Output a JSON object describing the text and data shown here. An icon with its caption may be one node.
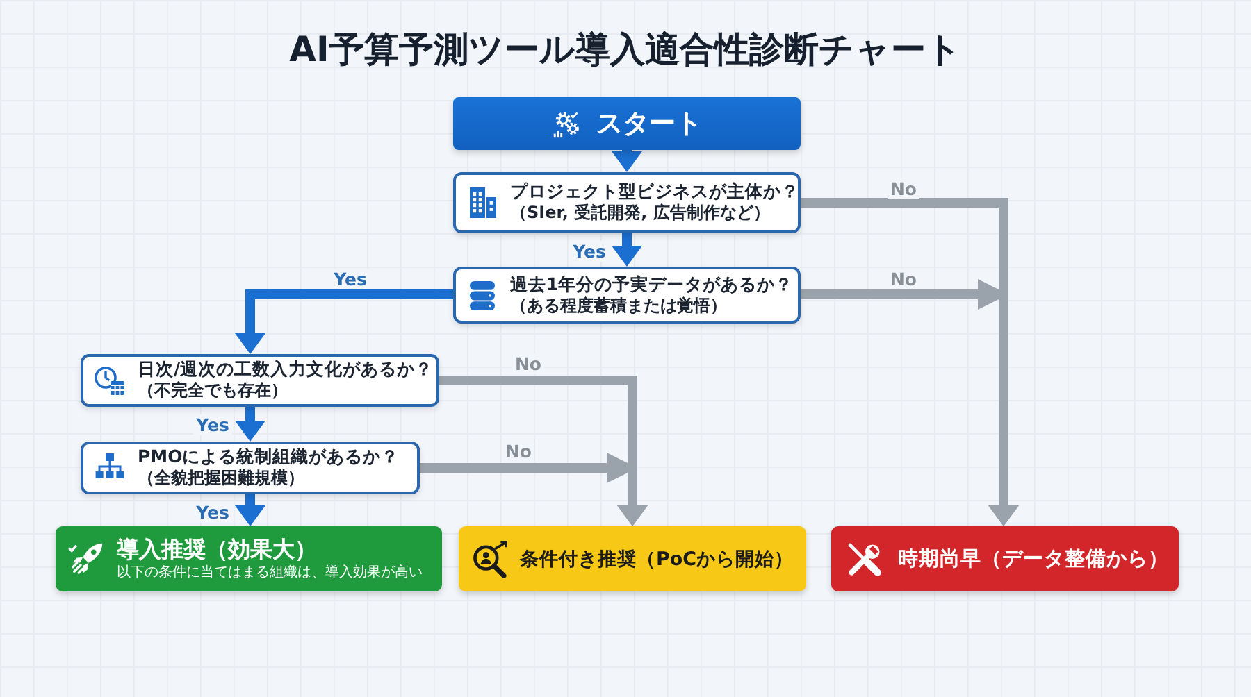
{
  "diagram": {
    "title": "AI予算予測ツール導入適合性診断チャート",
    "nodes": [
      {
        "text": [
          "スタート"
        ]
      },
      {
        "text": [
          "プロジェクト型ビジネスが主体か？",
          "（SIer, 受託開発, 広告制作など）"
        ]
      },
      {
        "text": [
          "過去1年分の予実データがあるか？",
          "（ある程度蓄積または覚悟）"
        ]
      },
      {
        "text": [
          "日次/週次の工数入力文化があるか？",
          "（不完全でも存在）"
        ]
      },
      {
        "text": [
          "PMOによる統制組織があるか？",
          "（全貌把握困難規模）"
        ]
      },
      {
        "text": [
          "導入推奨（効果大）",
          "以下の条件に当てはまる組織は、導入効果が高い"
        ]
      },
      {
        "text": [
          "条件付き推奨（PoCから開始）"
        ]
      },
      {
        "text": [
          "時期尚早（データ整備から）"
        ]
      }
    ],
    "edges": [
      {
        "from": 0,
        "to": 1,
        "arrow": "to"
      },
      {
        "from": 1,
        "to": 2,
        "arrow": "to",
        "label": "Yes"
      },
      {
        "from": 2,
        "to": 3,
        "arrow": "to",
        "label": "Yes"
      },
      {
        "from": 3,
        "to": 4,
        "arrow": "to",
        "label": "Yes"
      },
      {
        "from": 4,
        "to": 5,
        "arrow": "to",
        "label": "Yes"
      },
      {
        "from": 1,
        "to": 7,
        "arrow": "to",
        "label": "No",
        "color": "#9aa2ab"
      },
      {
        "from": 2,
        "to": 7,
        "arrow": "to",
        "label": "No",
        "color": "#9aa2ab"
      },
      {
        "from": 3,
        "to": 6,
        "arrow": "to",
        "label": "No",
        "color": "#9aa2ab"
      },
      {
        "from": 4,
        "to": 6,
        "arrow": "to",
        "label": "No",
        "color": "#9aa2ab"
      }
    ]
  }
}
